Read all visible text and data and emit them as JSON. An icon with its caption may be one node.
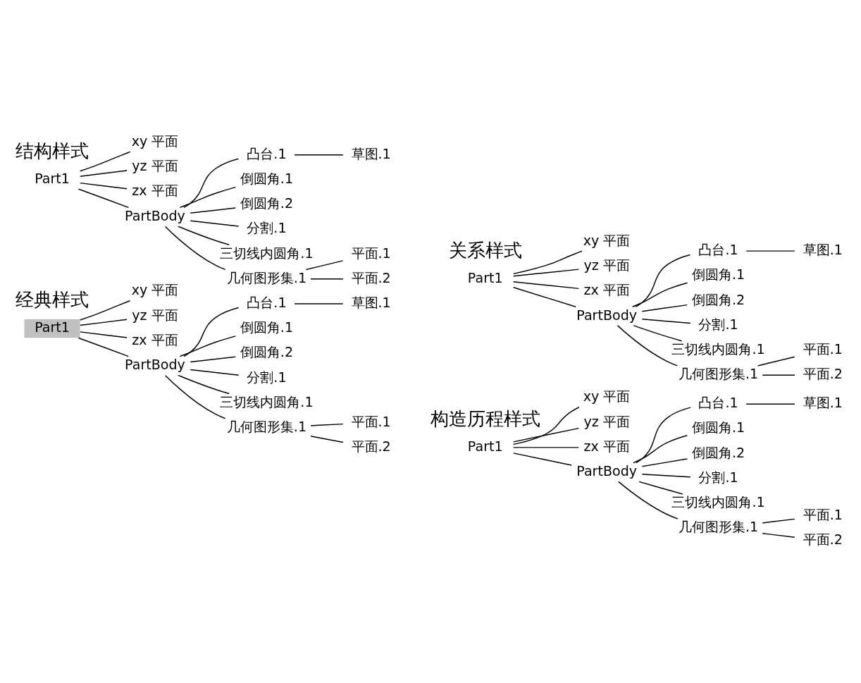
{
  "diagram": {
    "nodes": [
      {
        "text": [
          "Part1"
        ]
      },
      {
        "text": [
          "xy 平面"
        ]
      },
      {
        "text": [
          "yz 平面"
        ]
      },
      {
        "text": [
          "zx 平面"
        ]
      },
      {
        "text": [
          "PartBody"
        ]
      },
      {
        "text": [
          "凸台.1"
        ]
      },
      {
        "text": [
          "草图.1"
        ]
      },
      {
        "text": [
          "倒圆角.1"
        ]
      },
      {
        "text": [
          "倒圆角.2"
        ]
      },
      {
        "text": [
          "分割.1"
        ]
      },
      {
        "text": [
          "三切线内圆角.1"
        ]
      },
      {
        "text": [
          "几何图形集.1"
        ]
      },
      {
        "text": [
          "平面.1"
        ]
      },
      {
        "text": [
          "平面.2"
        ]
      },
      {
        "text": [
          "Part1"
        ]
      },
      {
        "text": [
          "xy 平面"
        ]
      },
      {
        "text": [
          "yz 平面"
        ]
      },
      {
        "text": [
          "zx 平面"
        ]
      },
      {
        "text": [
          "PartBody"
        ]
      },
      {
        "text": [
          "凸台.1"
        ]
      },
      {
        "text": [
          "草图.1"
        ]
      },
      {
        "text": [
          "倒圆角.1"
        ]
      },
      {
        "text": [
          "倒圆角.2"
        ]
      },
      {
        "text": [
          "分割.1"
        ]
      },
      {
        "text": [
          "三切线内圆角.1"
        ]
      },
      {
        "text": [
          "几何图形集.1"
        ]
      },
      {
        "text": [
          "平面.1"
        ]
      },
      {
        "text": [
          "平面.2"
        ]
      },
      {
        "text": [
          "Part1"
        ]
      },
      {
        "text": [
          "xy 平面"
        ]
      },
      {
        "text": [
          "yz 平面"
        ]
      },
      {
        "text": [
          "zx 平面"
        ]
      },
      {
        "text": [
          "PartBody"
        ]
      },
      {
        "text": [
          "凸台.1"
        ]
      },
      {
        "text": [
          "草图.1"
        ]
      },
      {
        "text": [
          "倒圆角.1"
        ]
      },
      {
        "text": [
          "倒圆角.2"
        ]
      },
      {
        "text": [
          "分割.1"
        ]
      },
      {
        "text": [
          "三切线内圆角.1"
        ]
      },
      {
        "text": [
          "几何图形集.1"
        ]
      },
      {
        "text": [
          "平面.1"
        ]
      },
      {
        "text": [
          "平面.2"
        ]
      },
      {
        "text": [
          "Part1"
        ]
      },
      {
        "text": [
          "xy 平面"
        ]
      },
      {
        "text": [
          "yz 平面"
        ]
      },
      {
        "text": [
          "zx 平面"
        ]
      },
      {
        "text": [
          "PartBody"
        ]
      },
      {
        "text": [
          "凸台.1"
        ]
      },
      {
        "text": [
          "草图.1"
        ]
      },
      {
        "text": [
          "倒圆角.1"
        ]
      },
      {
        "text": [
          "倒圆角.2"
        ]
      },
      {
        "text": [
          "分割.1"
        ]
      },
      {
        "text": [
          "三切线内圆角.1"
        ]
      },
      {
        "text": [
          "几何图形集.1"
        ]
      },
      {
        "text": [
          "平面.1"
        ]
      },
      {
        "text": [
          "平面.2"
        ]
      }
    ],
    "edges": [
      {
        "from": 0,
        "to": 1,
        "arrow": "none"
      },
      {
        "from": 0,
        "to": 2,
        "arrow": "none"
      },
      {
        "from": 0,
        "to": 3,
        "arrow": "none"
      },
      {
        "from": 0,
        "to": 4,
        "arrow": "none"
      },
      {
        "from": 4,
        "to": 5,
        "arrow": "none"
      },
      {
        "from": 5,
        "to": 6,
        "arrow": "none"
      },
      {
        "from": 4,
        "to": 7,
        "arrow": "none"
      },
      {
        "from": 4,
        "to": 8,
        "arrow": "none"
      },
      {
        "from": 4,
        "to": 9,
        "arrow": "none"
      },
      {
        "from": 4,
        "to": 10,
        "arrow": "none"
      },
      {
        "from": 4,
        "to": 11,
        "arrow": "none"
      },
      {
        "from": 11,
        "to": 12,
        "arrow": "none"
      },
      {
        "from": 11,
        "to": 13,
        "arrow": "none"
      },
      {
        "from": 14,
        "to": 15,
        "arrow": "none"
      },
      {
        "from": 14,
        "to": 16,
        "arrow": "none"
      },
      {
        "from": 14,
        "to": 17,
        "arrow": "none"
      },
      {
        "from": 14,
        "to": 18,
        "arrow": "none"
      },
      {
        "from": 18,
        "to": 19,
        "arrow": "none"
      },
      {
        "from": 19,
        "to": 20,
        "arrow": "none"
      },
      {
        "from": 18,
        "to": 21,
        "arrow": "none"
      },
      {
        "from": 18,
        "to": 22,
        "arrow": "none"
      },
      {
        "from": 18,
        "to": 23,
        "arrow": "none"
      },
      {
        "from": 18,
        "to": 24,
        "arrow": "none"
      },
      {
        "from": 18,
        "to": 25,
        "arrow": "none"
      },
      {
        "from": 25,
        "to": 26,
        "arrow": "none"
      },
      {
        "from": 25,
        "to": 27,
        "arrow": "none"
      },
      {
        "from": 28,
        "to": 29,
        "arrow": "none"
      },
      {
        "from": 28,
        "to": 30,
        "arrow": "none"
      },
      {
        "from": 28,
        "to": 31,
        "arrow": "none"
      },
      {
        "from": 28,
        "to": 32,
        "arrow": "none"
      },
      {
        "from": 32,
        "to": 33,
        "arrow": "none"
      },
      {
        "from": 33,
        "to": 34,
        "arrow": "none"
      },
      {
        "from": 32,
        "to": 35,
        "arrow": "none"
      },
      {
        "from": 32,
        "to": 36,
        "arrow": "none"
      },
      {
        "from": 32,
        "to": 37,
        "arrow": "none"
      },
      {
        "from": 32,
        "to": 38,
        "arrow": "none"
      },
      {
        "from": 32,
        "to": 39,
        "arrow": "none"
      },
      {
        "from": 39,
        "to": 40,
        "arrow": "none"
      },
      {
        "from": 39,
        "to": 41,
        "arrow": "none"
      },
      {
        "from": 42,
        "to": 43,
        "arrow": "none"
      },
      {
        "from": 42,
        "to": 44,
        "arrow": "none"
      },
      {
        "from": 42,
        "to": 45,
        "arrow": "none"
      },
      {
        "from": 42,
        "to": 46,
        "arrow": "none"
      },
      {
        "from": 46,
        "to": 47,
        "arrow": "none"
      },
      {
        "from": 47,
        "to": 48,
        "arrow": "none"
      },
      {
        "from": 46,
        "to": 49,
        "arrow": "none"
      },
      {
        "from": 46,
        "to": 50,
        "arrow": "none"
      },
      {
        "from": 46,
        "to": 51,
        "arrow": "none"
      },
      {
        "from": 46,
        "to": 52,
        "arrow": "none"
      },
      {
        "from": 46,
        "to": 53,
        "arrow": "none"
      },
      {
        "from": 53,
        "to": 54,
        "arrow": "none"
      },
      {
        "from": 53,
        "to": 55,
        "arrow": "none"
      }
    ],
    "labels": [
      "经典样式",
      "结构样式",
      "构造历程样式",
      "关系样式"
    ]
  }
}
